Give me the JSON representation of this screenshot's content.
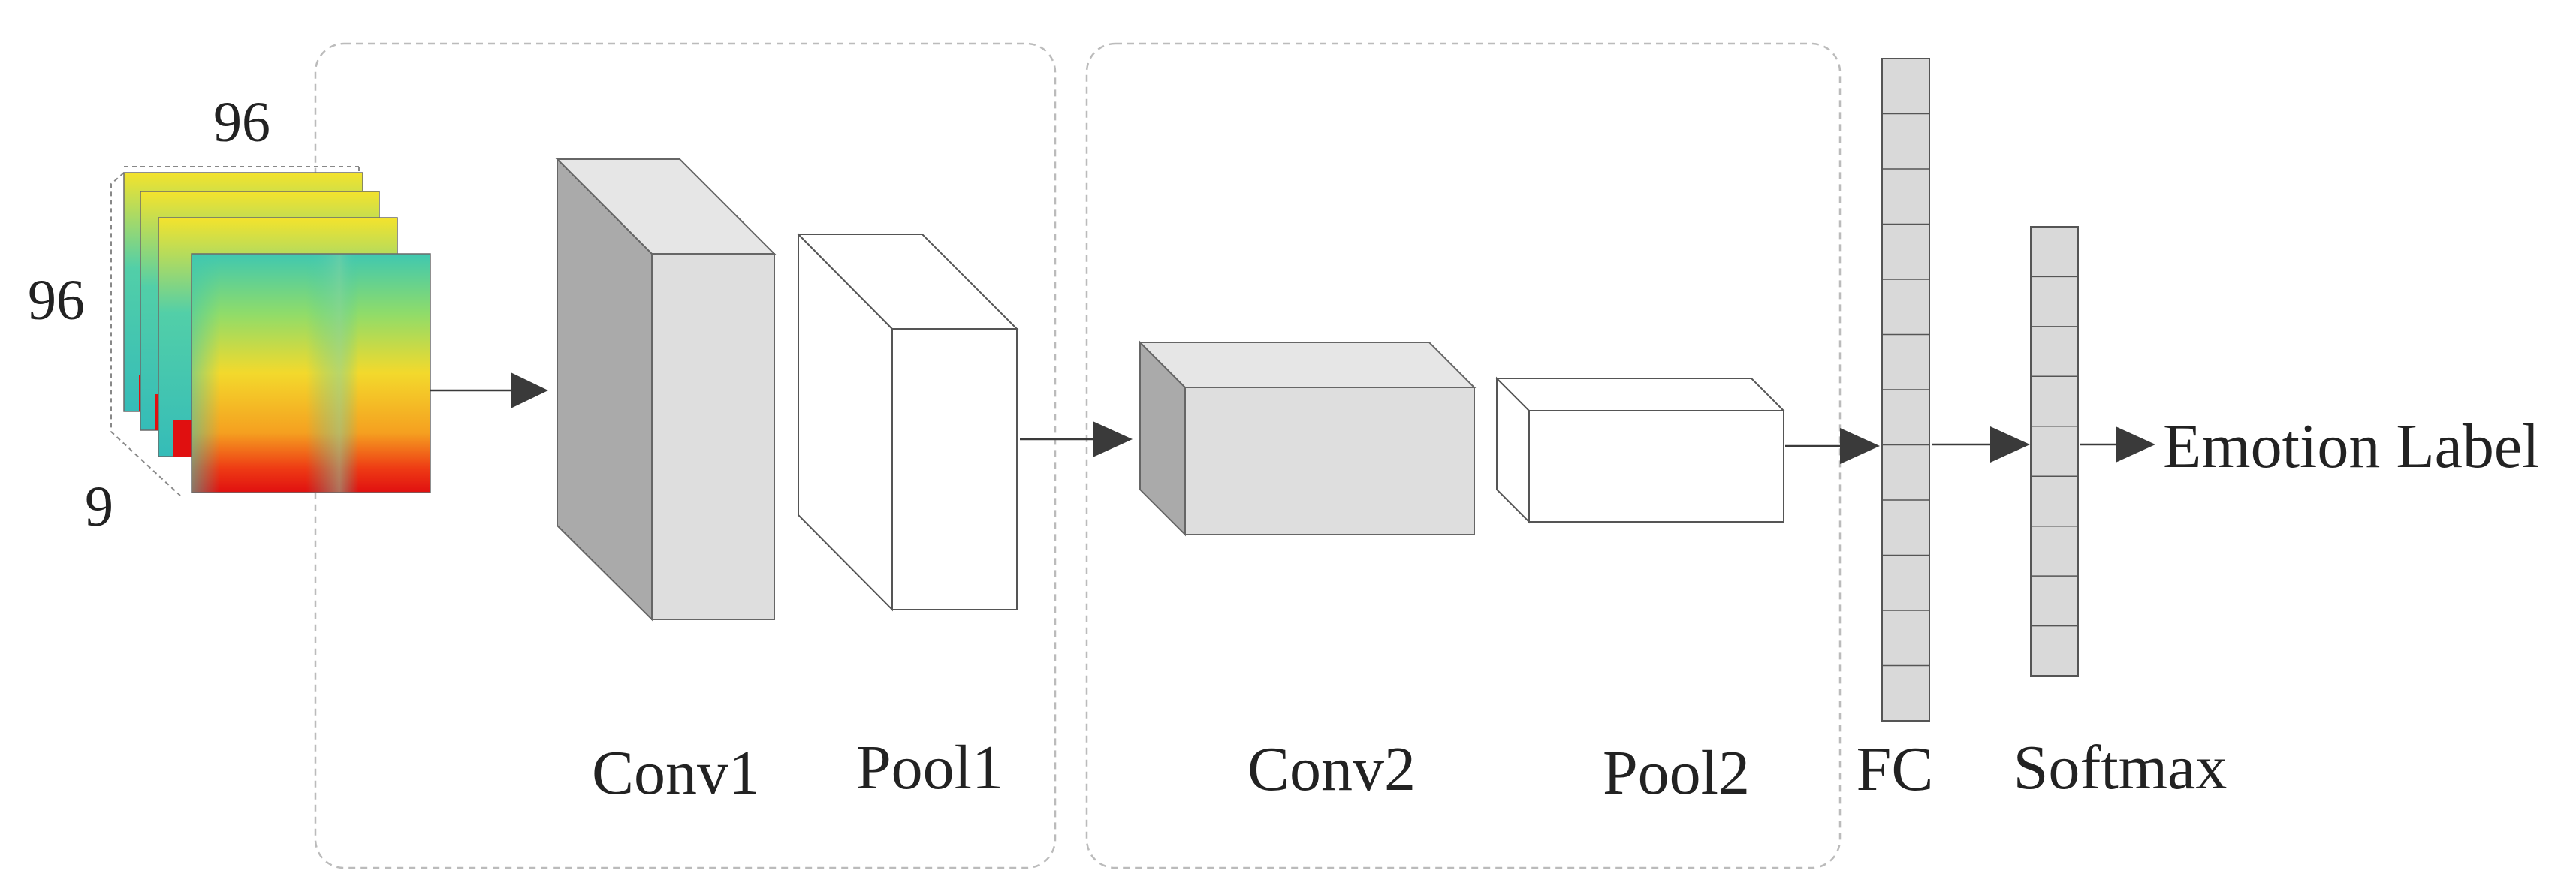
{
  "input": {
    "width_label": "96",
    "height_label": "96",
    "depth_label": "9"
  },
  "stages": {
    "conv1": "Conv1",
    "pool1": "Pool1",
    "conv2": "Conv2",
    "pool2": "Pool2",
    "fc": "FC",
    "softmax": "Softmax"
  },
  "output_label": "Emotion Label",
  "colors": {
    "block_front": "#dedede",
    "block_side": "#aaaaaa",
    "block_top": "#e6e6e6",
    "pool_fill": "#ffffff",
    "arrow": "#3a3a3a",
    "dashed_border": "#bbbbbb",
    "vector_fill": "#d9d9d9"
  }
}
